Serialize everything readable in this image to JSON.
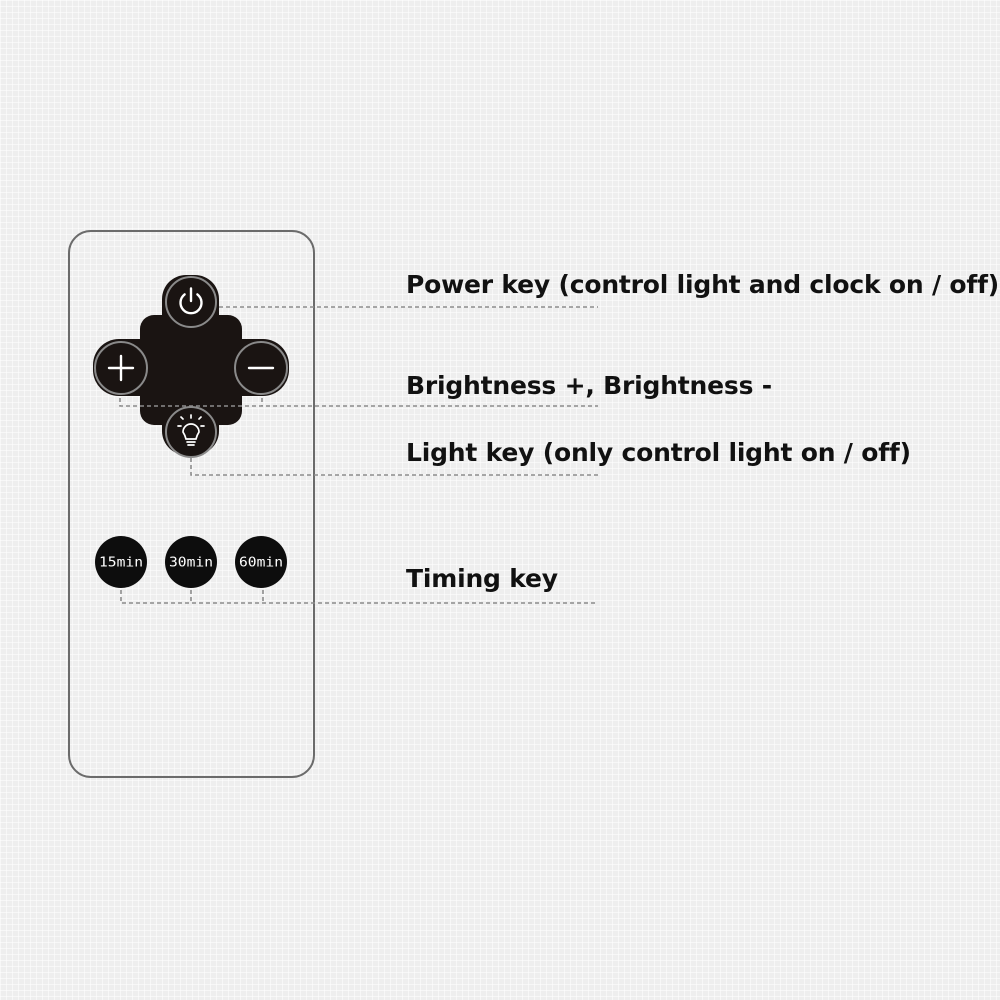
{
  "callouts": {
    "power": "Power key (control light and clock on / off)",
    "brightness": "Brightness +, Brightness -",
    "light": "Light key (only control light on / off)",
    "timing": "Timing key"
  },
  "timer_keys": [
    "15min",
    "30min",
    "60min"
  ],
  "icons": {
    "power_key": "power-icon",
    "brightness_up_key": "plus-icon",
    "brightness_down_key": "minus-icon",
    "light_key": "lightbulb-icon"
  },
  "colors": {
    "background": "#eeeeee",
    "key_fill": "#1a1412",
    "outline": "#6b6b6b",
    "text": "#111111"
  }
}
